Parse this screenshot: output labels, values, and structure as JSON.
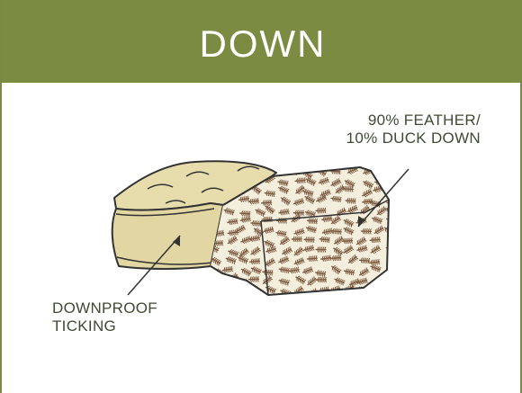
{
  "header": {
    "title": "DOWN"
  },
  "labels": {
    "fill": {
      "line1": "90% FEATHER/",
      "line2": "10% DUCK DOWN"
    },
    "shell": {
      "line1": "DOWNPROOF",
      "line2": "TICKING"
    }
  },
  "colors": {
    "header_bg": "#7b8b41",
    "ticking": "#e6dcac",
    "fill_bg": "#f4eedc",
    "feather": "#7d5a40",
    "outline": "#333333"
  }
}
